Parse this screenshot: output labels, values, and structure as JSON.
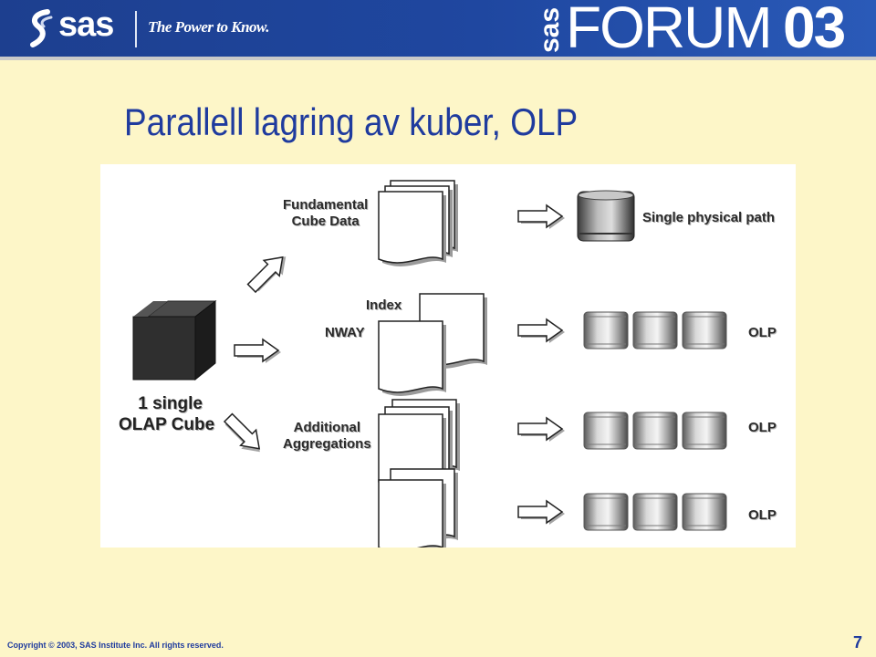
{
  "header": {
    "logo_text": "sas",
    "tagline": "The Power to Know.",
    "forum_prefix": "sas",
    "forum_word": "FORUM",
    "forum_number": "03",
    "colors": {
      "bar": "#1f47a0",
      "text": "#ffffff"
    }
  },
  "slide": {
    "title": "Parallell lagring av kuber, OLP",
    "page_number": "7",
    "copyright": "Copyright © 2003, SAS Institute Inc. All rights reserved.",
    "colors": {
      "background": "#fdf6c8",
      "title": "#1f3b9e"
    }
  },
  "diagram": {
    "cube_label_line1": "1 single",
    "cube_label_line2": "OLAP Cube",
    "fundamental_line1": "Fundamental",
    "fundamental_line2": "Cube Data",
    "index_label": "Index",
    "nway_label": "NWAY",
    "additional_line1": "Additional",
    "additional_line2": "Aggregations",
    "single_path_label": "Single physical path",
    "olp_labels": [
      "OLP",
      "OLP",
      "OLP"
    ]
  }
}
